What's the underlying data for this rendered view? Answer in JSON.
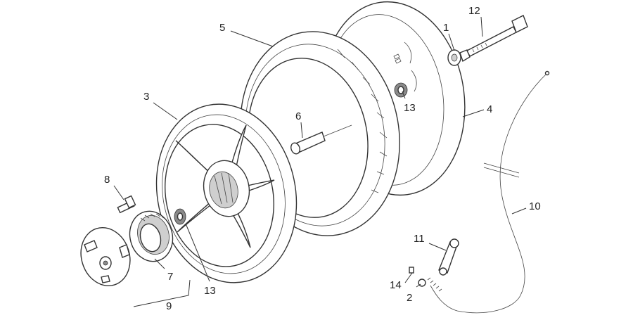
{
  "callouts": {
    "c1": "1",
    "c2": "2",
    "c3": "3",
    "c4": "4",
    "c5": "5",
    "c6": "6",
    "c7": "7",
    "c8": "8",
    "c9": "9",
    "c10": "10",
    "c11": "11",
    "c12": "12",
    "c13a": "13",
    "c13b": "13",
    "c14": "14"
  }
}
